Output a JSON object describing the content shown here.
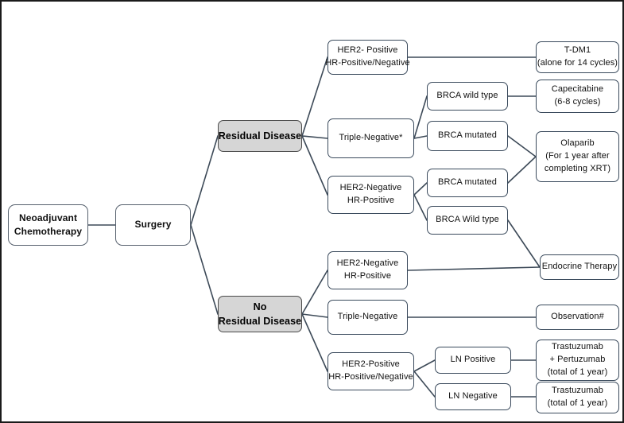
{
  "diagram": {
    "title": "Post-neoadjuvant therapy decision flowchart",
    "type": "flowchart",
    "colors": {
      "node_border": "#3a4a5c",
      "node_fill": "#ffffff",
      "highlight_fill": "#d6d6d6",
      "edge": "#3d4a58",
      "canvas_border": "#1a1a1a"
    }
  },
  "nodes": {
    "neoadjuvant": {
      "line1": "Neoadjuvant",
      "line2": "Chemotherapy"
    },
    "surgery": {
      "line1": "Surgery"
    },
    "residual_disease": {
      "line1": "Residual Disease"
    },
    "no_residual_disease": {
      "line1": "No",
      "line2": "Residual Disease"
    },
    "rd_her2_positive": {
      "line1": "HER2- Positive",
      "line2": "HR-Positive/Negative"
    },
    "rd_triple_negative": {
      "line1": "Triple-Negative*"
    },
    "rd_her2_negative_hr_positive": {
      "line1": "HER2-Negative",
      "line2": "HR-Positive"
    },
    "brca_wild_type_tn": {
      "line1": "BRCA wild type"
    },
    "brca_mutated_tn": {
      "line1": "BRCA mutated"
    },
    "brca_mutated_hr": {
      "line1": "BRCA mutated"
    },
    "brca_wild_type_hr": {
      "line1": "BRCA Wild type"
    },
    "tdm1": {
      "line1": "T-DM1",
      "line2": "(alone for 14 cycles)"
    },
    "capecitabine": {
      "line1": "Capecitabine",
      "line2": "(6-8 cycles)"
    },
    "olaparib": {
      "line1": "Olaparib",
      "line2": "(For 1 year after",
      "line3": "completing XRT)"
    },
    "nrd_her2_negative_hr_positive": {
      "line1": "HER2-Negative",
      "line2": "HR-Positive"
    },
    "nrd_triple_negative": {
      "line1": "Triple-Negative"
    },
    "nrd_her2_positive": {
      "line1": "HER2-Positive",
      "line2": "HR-Positive/Negative"
    },
    "endocrine_therapy": {
      "line1": "Endocrine Therapy"
    },
    "observation": {
      "line1": "Observation#"
    },
    "ln_positive": {
      "line1": "LN Positive"
    },
    "ln_negative": {
      "line1": "LN Negative"
    },
    "trastuzumab_pertuzumab": {
      "line1": "Trastuzumab",
      "line2": "+ Pertuzumab",
      "line3": "(total of 1 year)"
    },
    "trastuzumab": {
      "line1": "Trastuzumab",
      "line2": "(total of 1 year)"
    }
  }
}
